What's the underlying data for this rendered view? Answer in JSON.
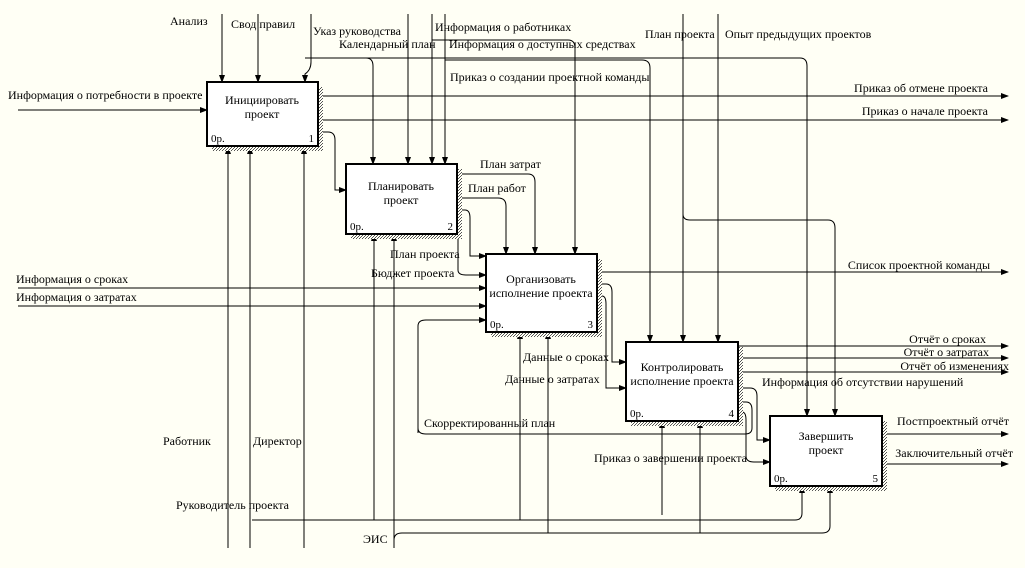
{
  "diagram": {
    "colors": {
      "background": "#fffff5",
      "box_fill": "#ffffff",
      "line": "#000000"
    },
    "boxes": [
      {
        "id": "b1",
        "title": [
          "Инициировать",
          "проект"
        ],
        "cost": "0р.",
        "number": "1"
      },
      {
        "id": "b2",
        "title": [
          "Планировать",
          "проект"
        ],
        "cost": "0р.",
        "number": "2"
      },
      {
        "id": "b3",
        "title": [
          "Организовать",
          "исполнение проекта"
        ],
        "cost": "0р.",
        "number": "3"
      },
      {
        "id": "b4",
        "title": [
          "Контролировать",
          "исполнение проекта"
        ],
        "cost": "0р.",
        "number": "4"
      },
      {
        "id": "b5",
        "title": [
          "Завершить",
          "проект"
        ],
        "cost": "0р.",
        "number": "5"
      }
    ],
    "labels": {
      "analiz": "Анализ",
      "svod_pravil": "Свод правил",
      "ukaz": "Указ руководства",
      "kalendarny_plan": "Календарный план",
      "info_rabotniki": "Информация о работниках",
      "info_sredstva": "Информация о доступных средствах",
      "plan_proekta_top": "План проекта",
      "opyt": "Опыт предыдущих проектов",
      "prikaz_komanda": "Приказ о создании проектной команды",
      "info_potrebnost": "Информация о потребности в проекте",
      "prikaz_otmena": "Приказ об отмене проекта",
      "prikaz_nachalo": "Приказ о начале проекта",
      "plan_zatrat": "План затрат",
      "plan_rabot": "План работ",
      "plan_proekta": "План проекта",
      "byudzhet": "Бюджет проекта",
      "info_sroki": "Информация о сроках",
      "info_zatraty": "Информация о затратах",
      "spisok_komandy": "Список проектной команды",
      "dannye_sroki": "Данные о сроках",
      "dannye_zatraty": "Данные о затратах",
      "otchet_sroki": "Отчёт о сроках",
      "otchet_zatraty": "Отчёт о затратах",
      "otchet_izmeneniya": "Отчёт об изменениях",
      "info_narusheniya": "Информация об отсутствии нарушений",
      "skorr_plan": "Скорректированный план",
      "postproekt": "Постпроектный отчёт",
      "zaklyuch": "Заключительный отчёт",
      "prikaz_zavershenie": "Приказ о завершении проекта",
      "rabotnik": "Работник",
      "direktor": "Директор",
      "rukovoditel": "Руководитель проекта",
      "eis": "ЭИС"
    }
  }
}
